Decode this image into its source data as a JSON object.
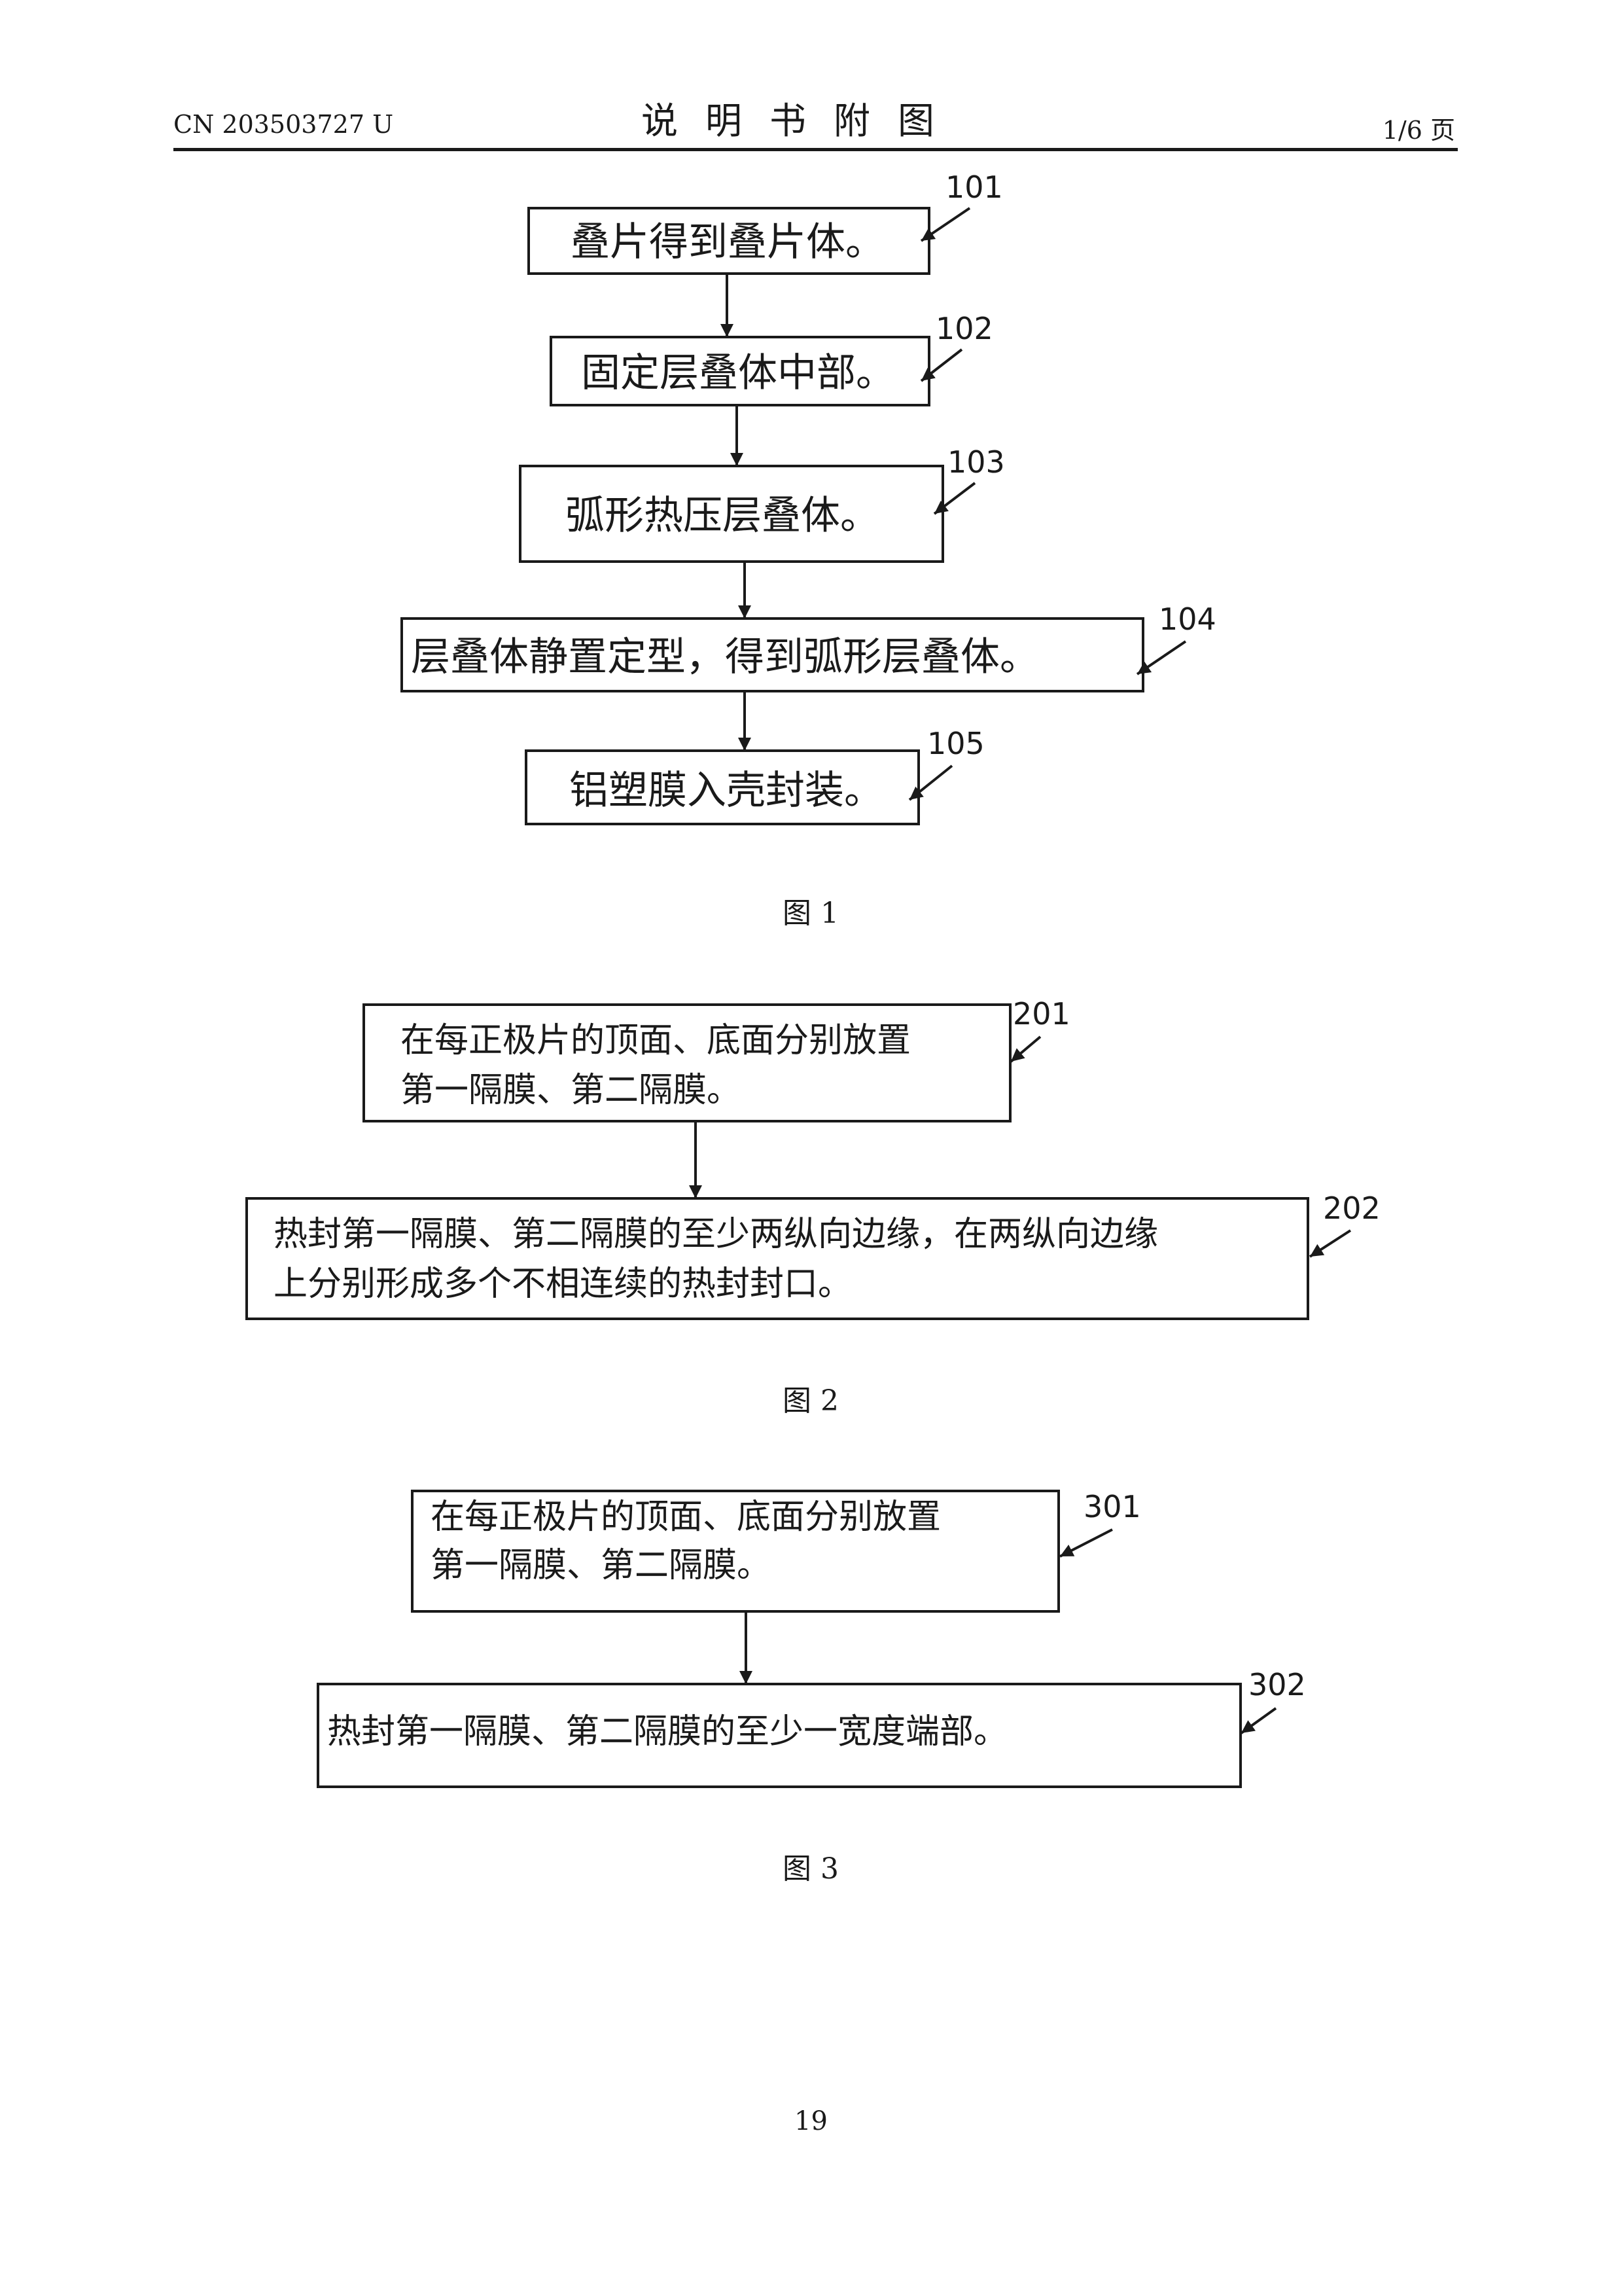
{
  "header": {
    "publication_number": "CN 203503727 U",
    "section_title": "说明书附图",
    "page_indicator": "1/6 页"
  },
  "figures": [
    {
      "caption": "图 1",
      "steps": [
        {
          "ref": "101",
          "lines": [
            "叠片得到叠片体。"
          ]
        },
        {
          "ref": "102",
          "lines": [
            "固定层叠体中部。"
          ]
        },
        {
          "ref": "103",
          "lines": [
            "弧形热压层叠体。"
          ]
        },
        {
          "ref": "104",
          "lines": [
            "层叠体静置定型，得到弧形层叠体。"
          ]
        },
        {
          "ref": "105",
          "lines": [
            "铝塑膜入壳封装。"
          ]
        }
      ]
    },
    {
      "caption": "图 2",
      "steps": [
        {
          "ref": "201",
          "lines": [
            "在每正极片的顶面、底面分别放置",
            "第一隔膜、第二隔膜。"
          ]
        },
        {
          "ref": "202",
          "lines": [
            "热封第一隔膜、第二隔膜的至少两纵向边缘，在两纵向边缘",
            "上分别形成多个不相连续的热封封口。"
          ]
        }
      ]
    },
    {
      "caption": "图 3",
      "steps": [
        {
          "ref": "301",
          "lines": [
            "在每正极片的顶面、底面分别放置",
            "第一隔膜、第二隔膜。"
          ]
        },
        {
          "ref": "302",
          "lines": [
            "热封第一隔膜、第二隔膜的至少一宽度端部。"
          ]
        }
      ]
    }
  ],
  "page_number": "19"
}
